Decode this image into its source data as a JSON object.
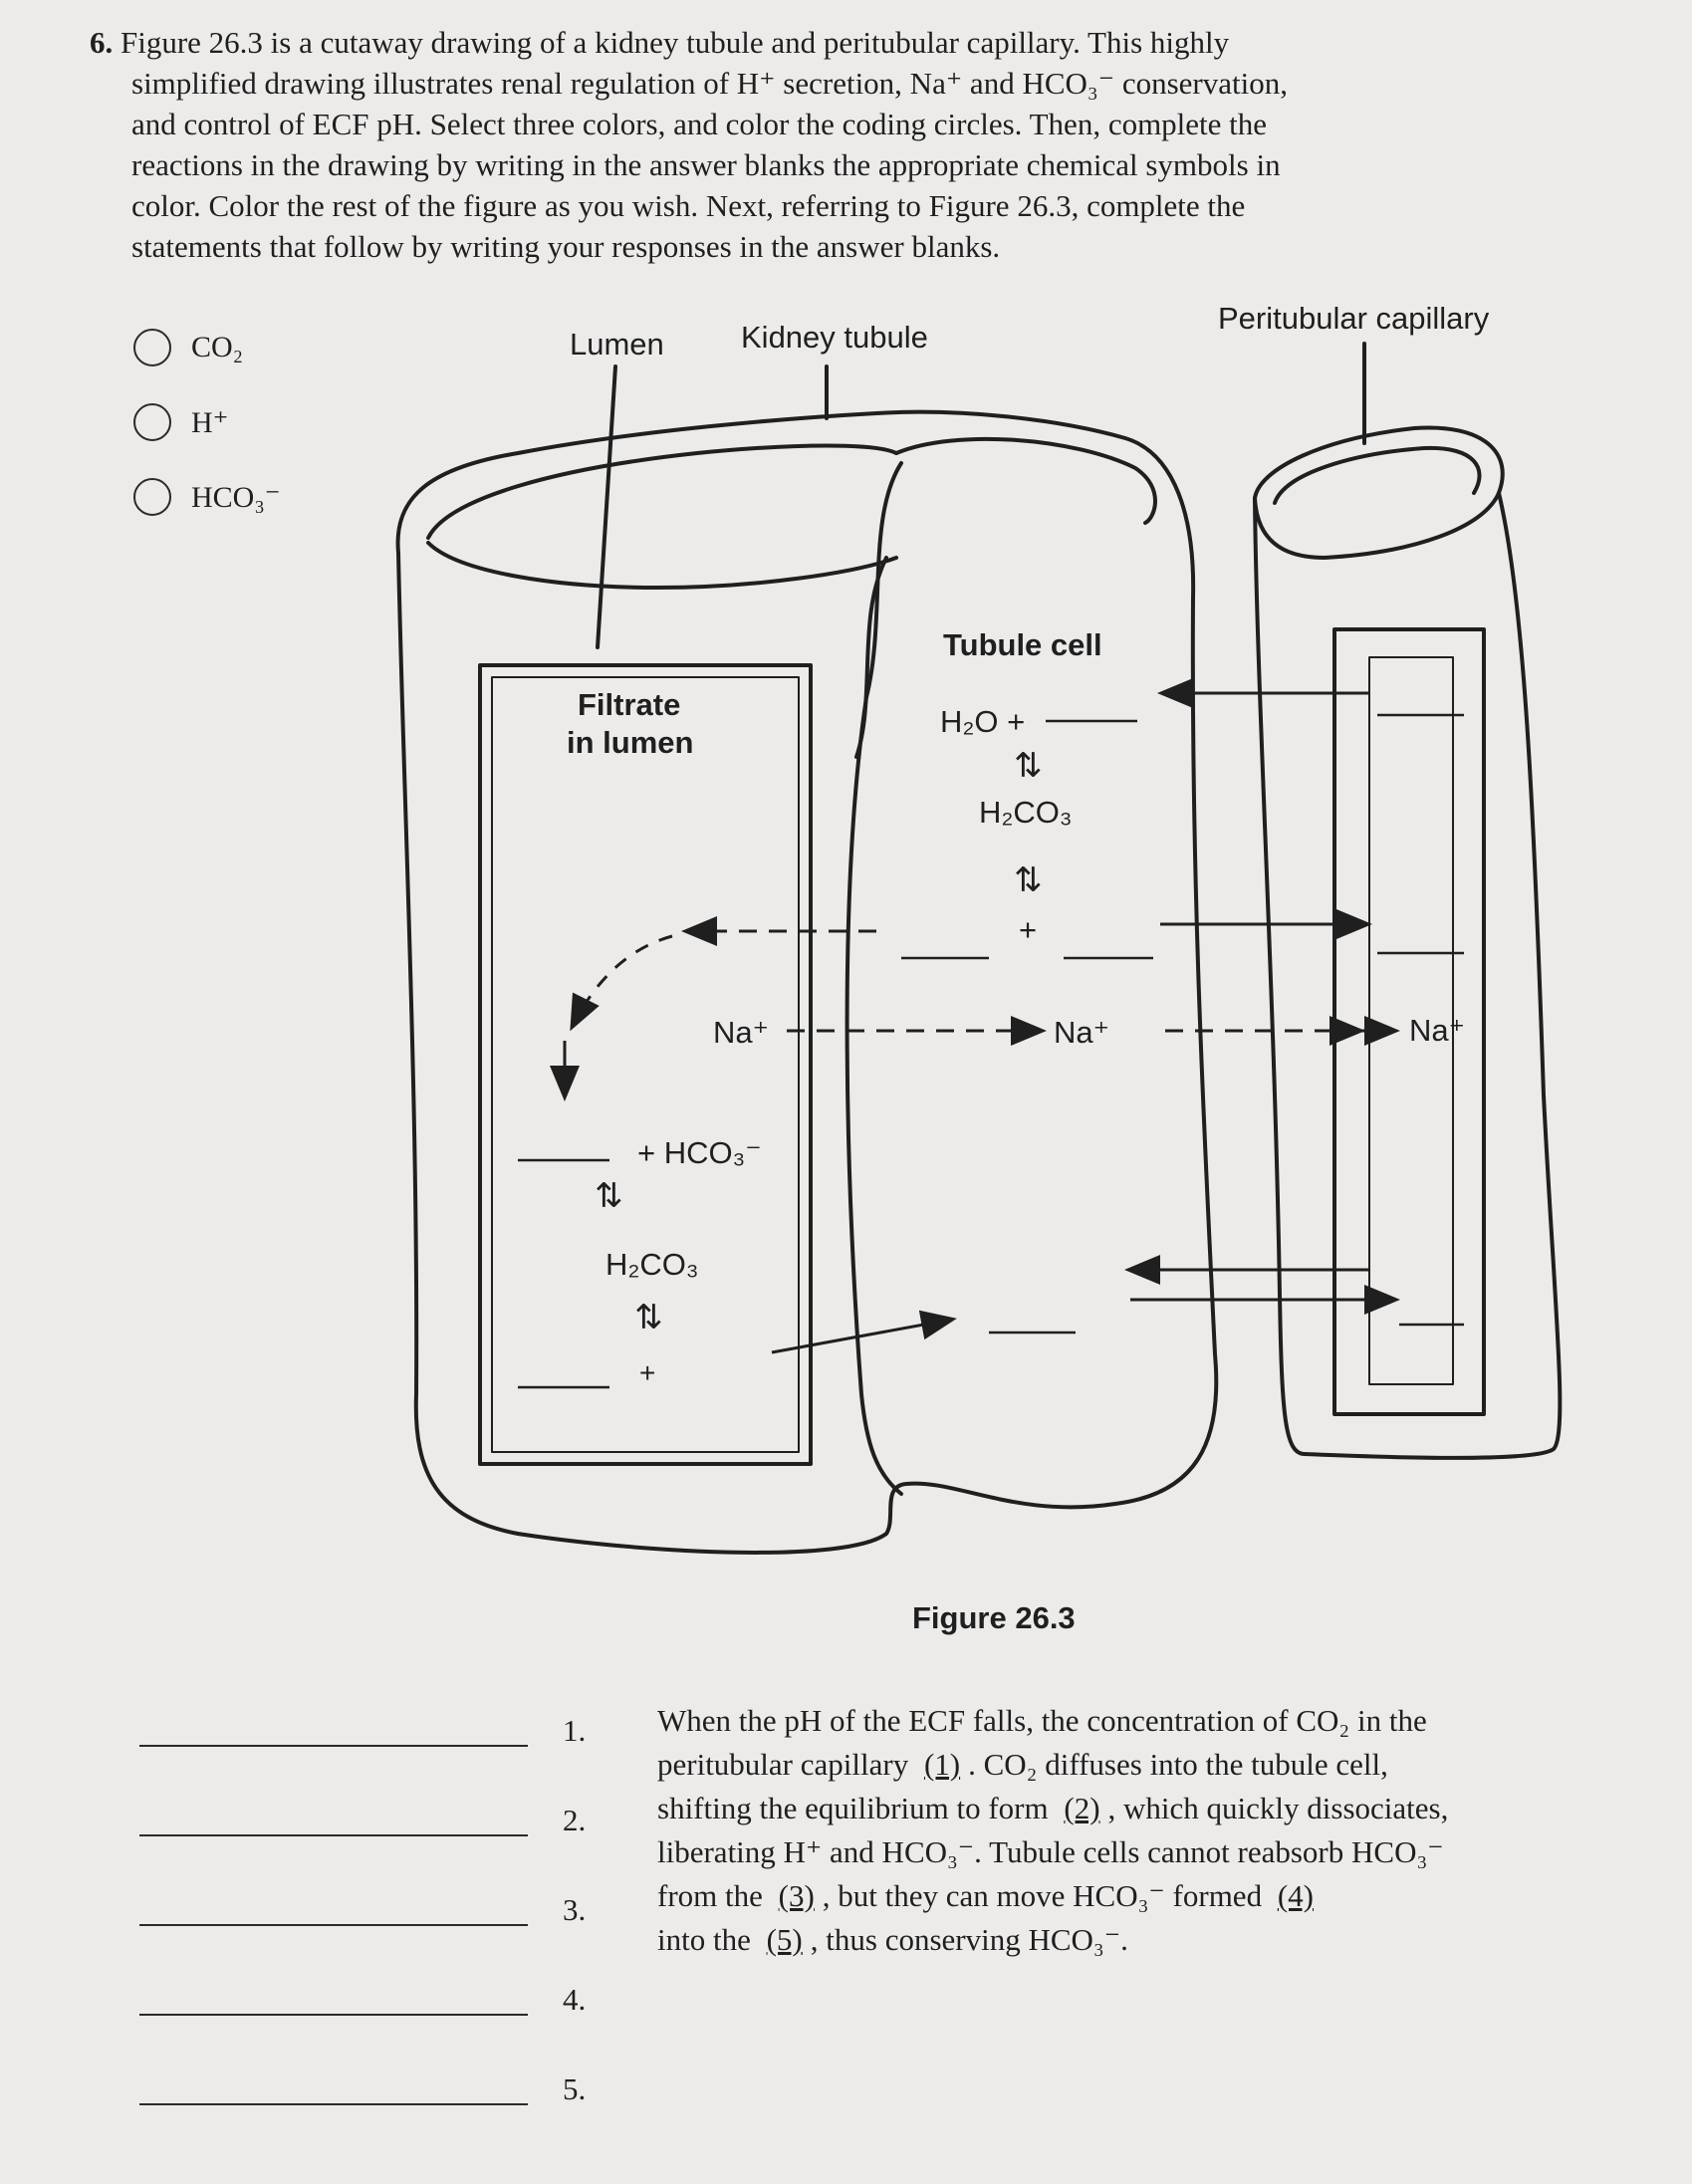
{
  "question": {
    "number": "6.",
    "lines": [
      "Figure 26.3 is a cutaway drawing of a kidney tubule and peritubular capillary. This highly",
      "simplified drawing illustrates renal regulation of H⁺ secretion, Na⁺ and HCO₃⁻ conservation,",
      "and control of ECF pH. Select three colors, and color the coding circles. Then, complete the",
      "reactions in the drawing by writing in the answer blanks the appropriate chemical symbols in",
      "color. Color the rest of the figure as you wish. Next, referring to Figure 26.3, complete the",
      "statements that follow by writing your responses in the answer blanks."
    ]
  },
  "color_key": [
    {
      "label": "CO₂"
    },
    {
      "label": "H⁺"
    },
    {
      "label": "HCO₃⁻"
    }
  ],
  "figure": {
    "labels": {
      "lumen": "Lumen",
      "kidney_tubule": "Kidney tubule",
      "peritubular_capillary": "Peritubular capillary",
      "tubule_cell": "Tubule cell",
      "filtrate_line1": "Filtrate",
      "filtrate_line2": "in lumen"
    },
    "cell_reaction": {
      "h2o_plus": "H₂O +",
      "h2co3": "H₂CO₃",
      "plus": "+",
      "equilibrium": "⇅"
    },
    "lumen_reaction": {
      "plus_hco3": "+ HCO₃⁻",
      "h2co3": "H₂CO₃",
      "plus": "+",
      "equilibrium": "⇅"
    },
    "ions": {
      "na_lumen": "Na⁺",
      "na_cell": "Na⁺",
      "na_capillary": "Na⁺"
    },
    "caption": "Figure 26.3"
  },
  "answers": [
    {
      "number": "1."
    },
    {
      "number": "2."
    },
    {
      "number": "3."
    },
    {
      "number": "4."
    },
    {
      "number": "5."
    }
  ],
  "statement": {
    "parts": [
      "When the pH of the ECF falls, the concentration of CO₂ in the",
      "peritubular capillary ",
      "(1)",
      ". CO₂ diffuses into the tubule cell,",
      "shifting the equilibrium to form ",
      "(2)",
      ", which quickly dissociates,",
      "liberating H⁺ and HCO₃⁻. Tubule cells cannot reabsorb HCO₃⁻",
      "from the ",
      "(3)",
      ", but they can move HCO₃⁻ formed ",
      "(4)",
      "into the ",
      "(5)",
      ", thus conserving HCO₃⁻."
    ]
  }
}
